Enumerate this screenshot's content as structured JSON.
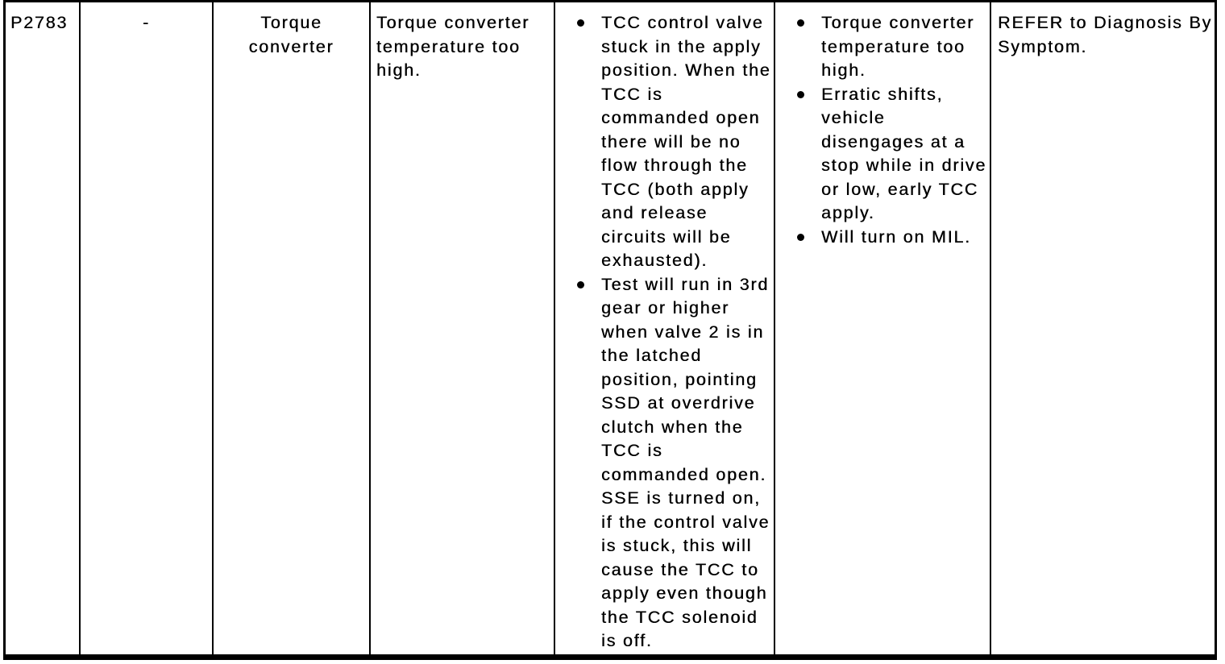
{
  "page": {
    "background": "#ffffff",
    "text_color": "#000000",
    "border_color": "#000000"
  },
  "row": {
    "code": "P2783",
    "dash": "-",
    "component": "Torque converter",
    "description": "Torque converter temperature too high.",
    "details": [
      "TCC control valve stuck in the apply position. When the TCC is commanded open there will be no flow through the TCC (both apply and release circuits will be exhausted).",
      "Test will run in 3rd gear or higher when valve 2 is in the latched position, pointing SSD at overdrive clutch when the TCC is commanded open. SSE is turned on, if the control valve is stuck, this will cause the TCC to apply even though the TCC solenoid is off."
    ],
    "symptoms": [
      "Torque converter temperature too high.",
      "Erratic shifts, vehicle disengages at a stop while in drive or low, early TCC apply.",
      "Will turn on MIL."
    ],
    "action": "REFER to Diagnosis By Symptom."
  }
}
